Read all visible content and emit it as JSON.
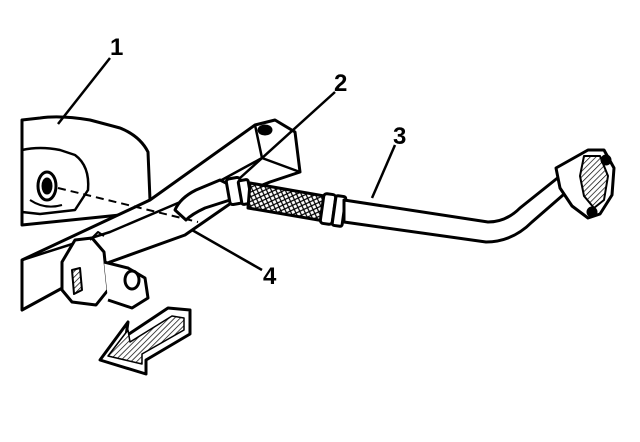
{
  "diagram": {
    "callouts": [
      {
        "id": "1",
        "label": "1"
      },
      {
        "id": "2",
        "label": "2"
      },
      {
        "id": "3",
        "label": "3"
      },
      {
        "id": "4",
        "label": "4"
      }
    ],
    "colors": {
      "stroke": "#000000",
      "fill": "#ffffff",
      "hatch": "#000000"
    }
  }
}
